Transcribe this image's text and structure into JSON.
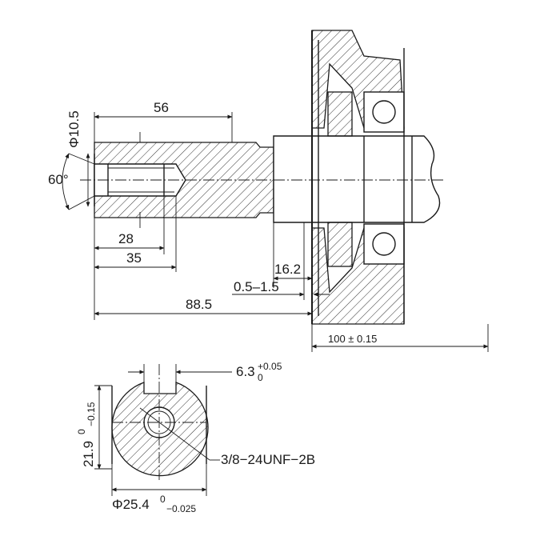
{
  "dimensions": {
    "shaft_length": "56",
    "keyway_depth_a": "28",
    "keyway_depth_b": "35",
    "overall_shaft": "88.5",
    "flange_offset": "16.2",
    "gap": "0.5–1.5",
    "mount_distance": "100 ± 0.15",
    "tip_diameter": "Φ10.5",
    "chamfer_angle": "60°",
    "key_width": "6.3",
    "key_width_tol_upper": "+0.05",
    "key_width_tol_lower": "0",
    "flat_height": "21.9",
    "flat_height_tol_upper": "0",
    "flat_height_tol_lower": "−0.15",
    "shaft_diameter": "Φ25.4",
    "shaft_diameter_tol_upper": "0",
    "shaft_diameter_tol_lower": "−0.025",
    "thread_spec": "3/8−24UNF−2B"
  }
}
